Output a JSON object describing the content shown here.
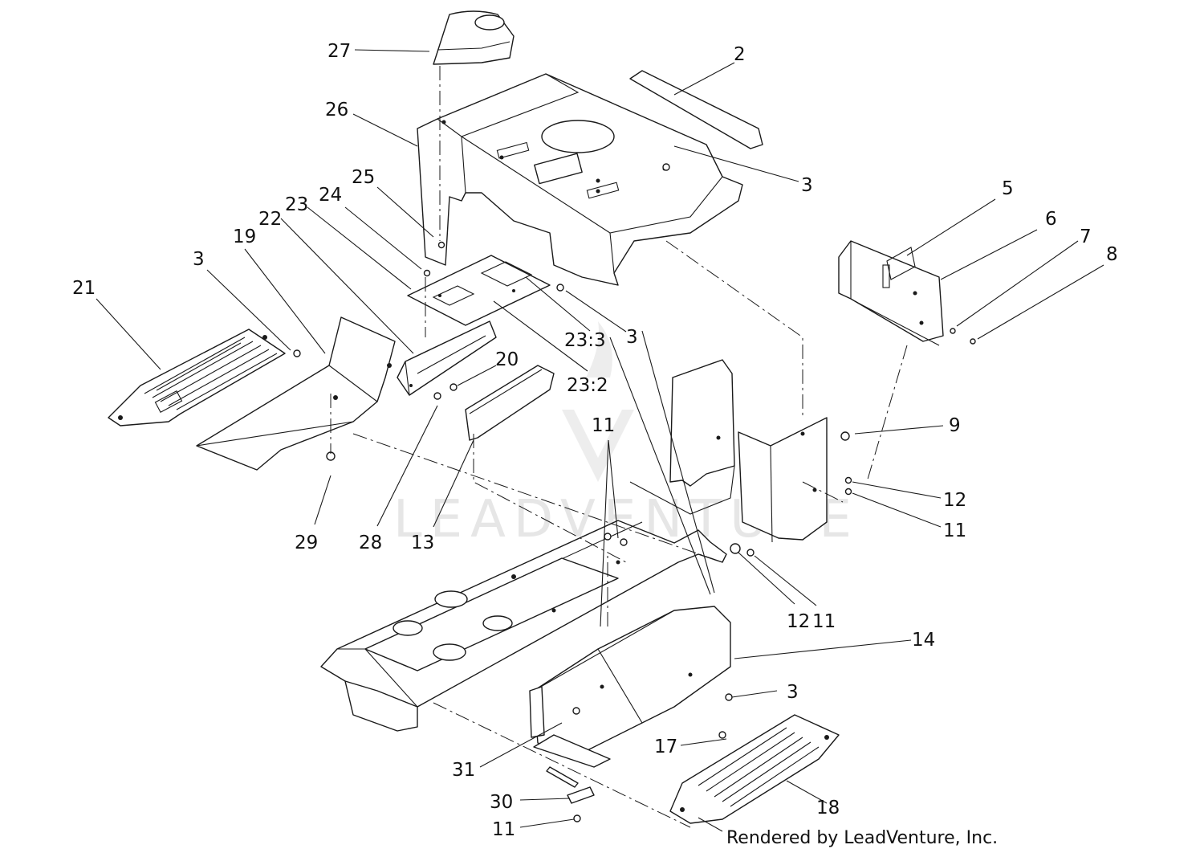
{
  "diagram": {
    "type": "exploded-parts-diagram",
    "callouts": [
      {
        "id": "c27",
        "label": "27"
      },
      {
        "id": "c2",
        "label": "2"
      },
      {
        "id": "c26",
        "label": "26"
      },
      {
        "id": "c3a",
        "label": "3"
      },
      {
        "id": "c25",
        "label": "25"
      },
      {
        "id": "c24",
        "label": "24"
      },
      {
        "id": "c23",
        "label": "23"
      },
      {
        "id": "c22",
        "label": "22"
      },
      {
        "id": "c19",
        "label": "19"
      },
      {
        "id": "c3b",
        "label": "3"
      },
      {
        "id": "c21",
        "label": "21"
      },
      {
        "id": "c5",
        "label": "5"
      },
      {
        "id": "c6",
        "label": "6"
      },
      {
        "id": "c7",
        "label": "7"
      },
      {
        "id": "c8",
        "label": "8"
      },
      {
        "id": "c3c",
        "label": "3"
      },
      {
        "id": "c23_3",
        "label": "23:3"
      },
      {
        "id": "c23_2",
        "label": "23:2"
      },
      {
        "id": "c20",
        "label": "20"
      },
      {
        "id": "c11a",
        "label": "11"
      },
      {
        "id": "c9",
        "label": "9"
      },
      {
        "id": "c12a",
        "label": "12"
      },
      {
        "id": "c11b",
        "label": "11"
      },
      {
        "id": "c29",
        "label": "29"
      },
      {
        "id": "c28",
        "label": "28"
      },
      {
        "id": "c13",
        "label": "13"
      },
      {
        "id": "c12b",
        "label": "12"
      },
      {
        "id": "c11c",
        "label": "11"
      },
      {
        "id": "c14",
        "label": "14"
      },
      {
        "id": "c3d",
        "label": "3"
      },
      {
        "id": "c17",
        "label": "17"
      },
      {
        "id": "c31",
        "label": "31"
      },
      {
        "id": "c18",
        "label": "18"
      },
      {
        "id": "c30",
        "label": "30"
      },
      {
        "id": "c11d",
        "label": "11"
      }
    ],
    "watermark": "LEADVENTURE",
    "credit": "Rendered by LeadVenture, Inc."
  },
  "colors": {
    "line": "#1a1a1a",
    "background": "#ffffff",
    "watermark": "#e6e6e6"
  }
}
